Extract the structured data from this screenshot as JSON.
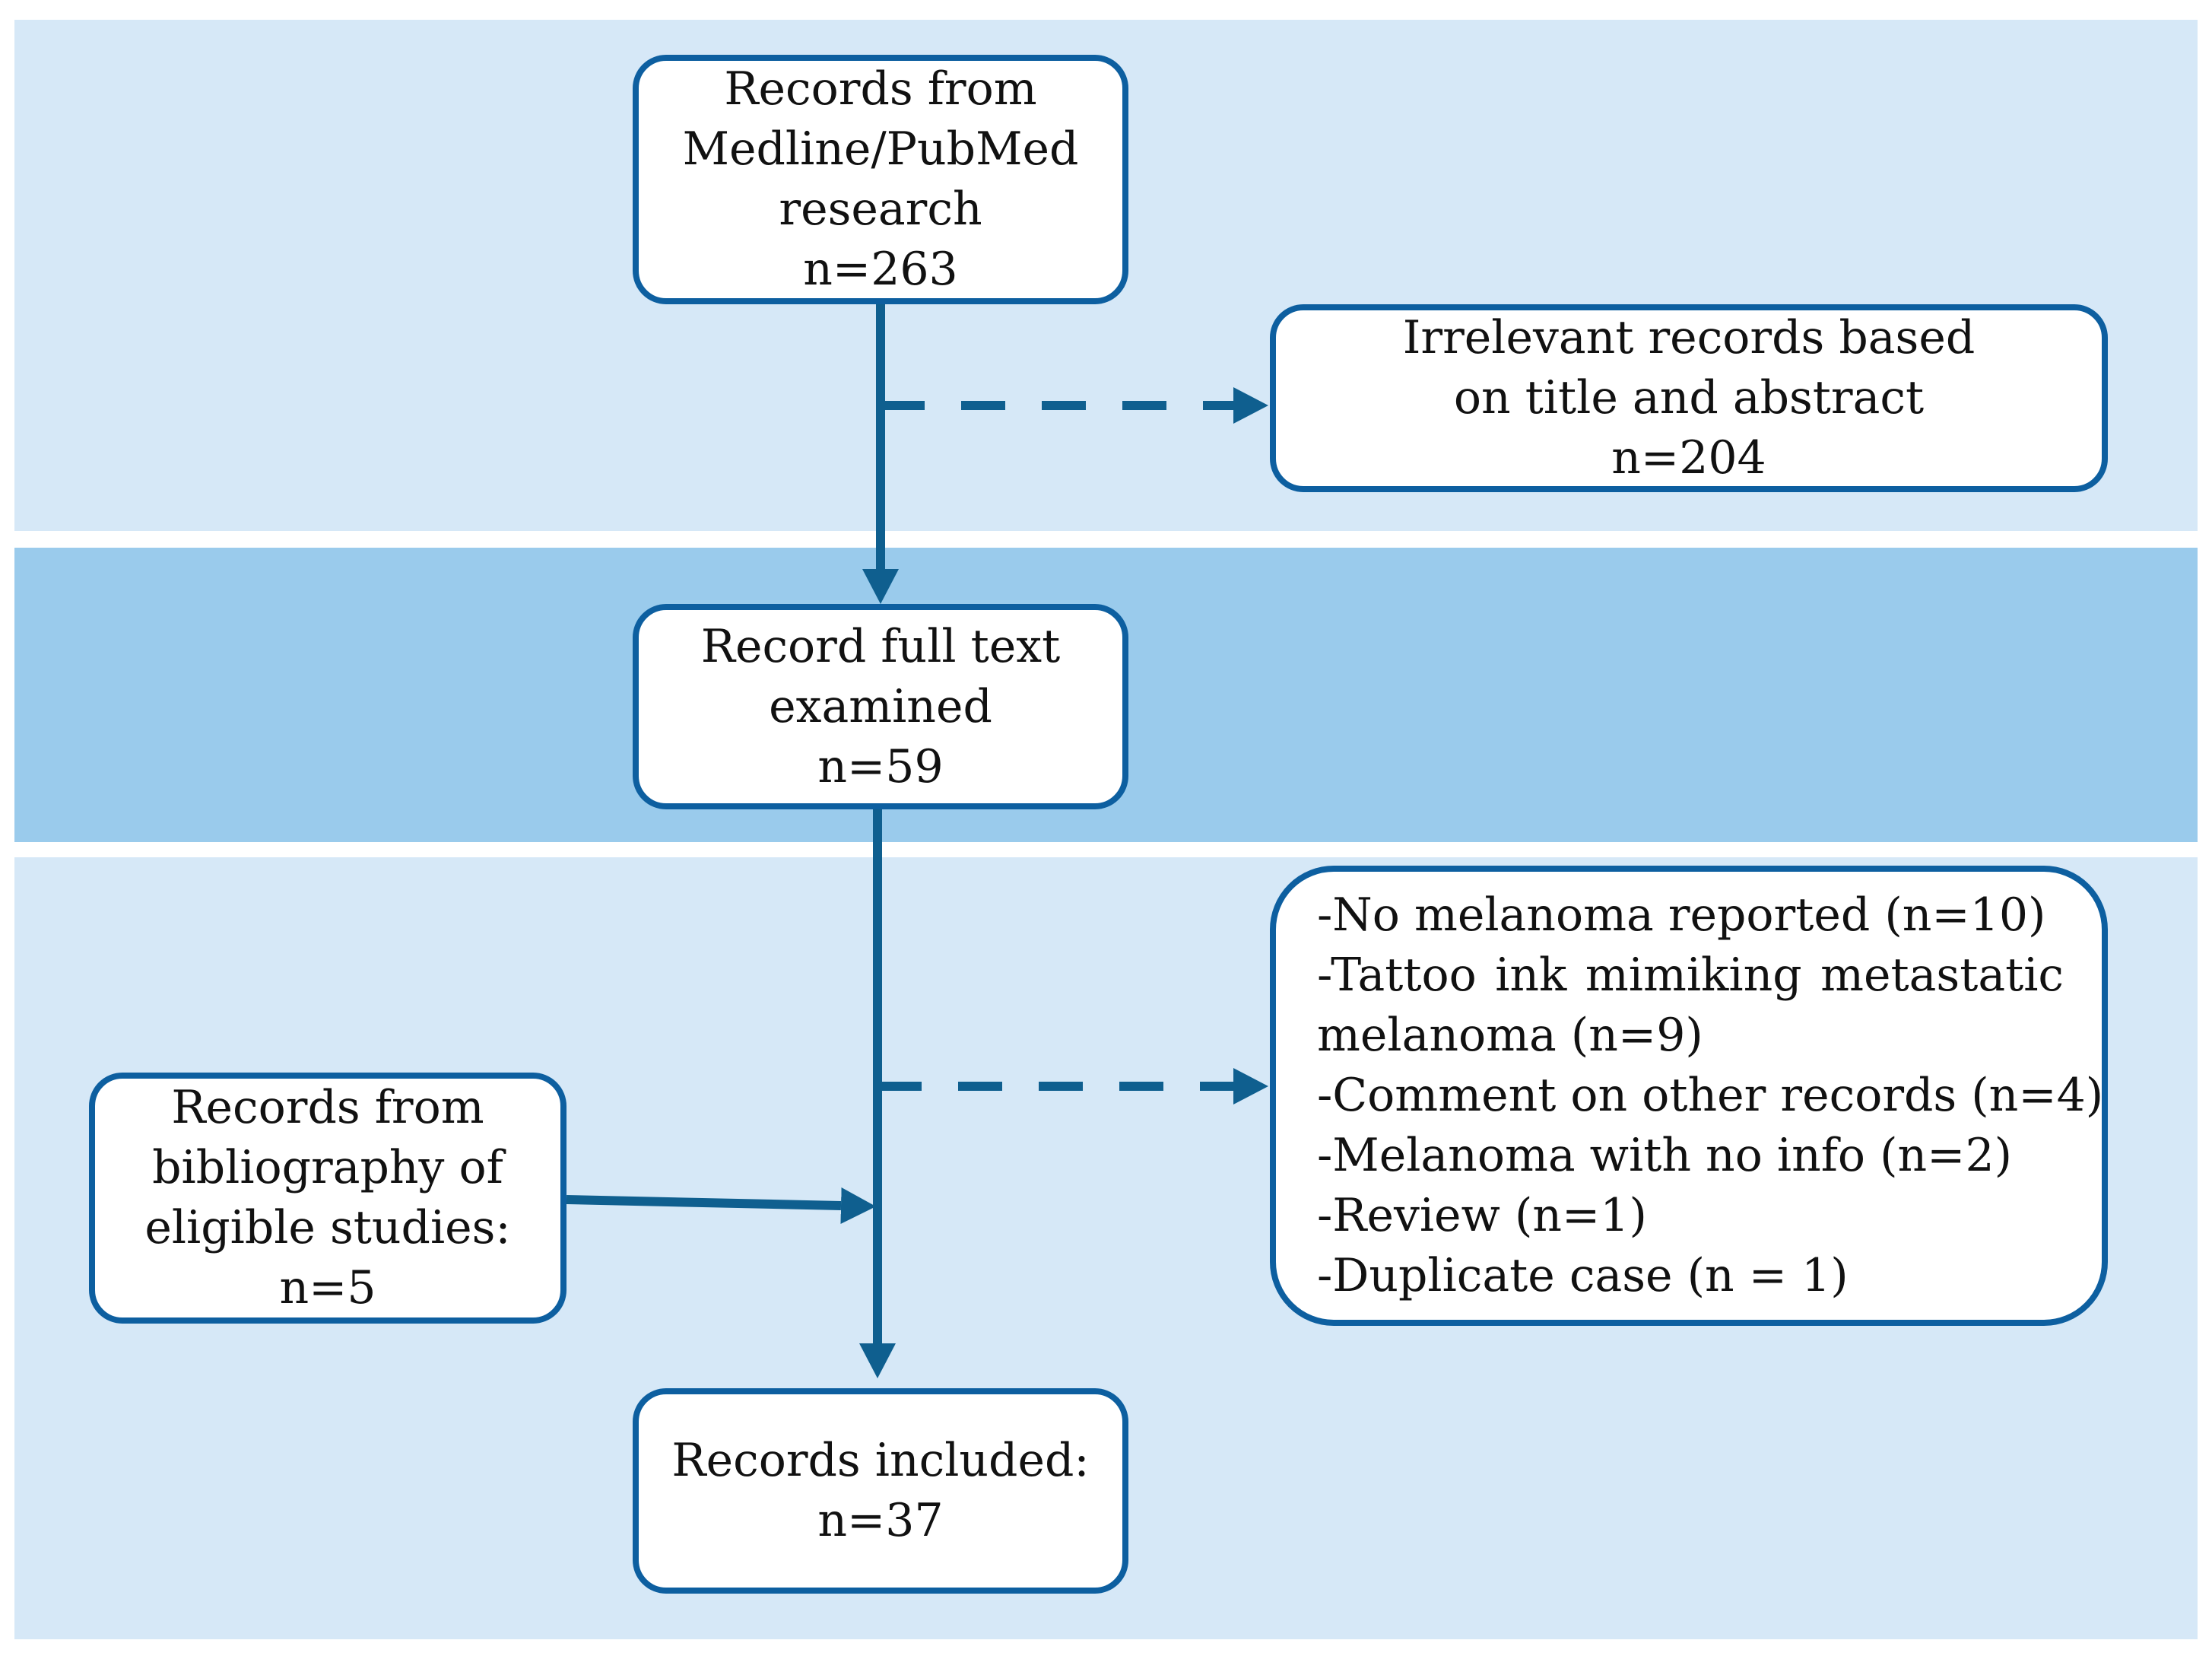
{
  "boxes": {
    "medline": {
      "lines": [
        "Records from",
        "Medline/PubMed",
        "research",
        "n=263"
      ]
    },
    "irrelevant": {
      "lines": [
        "Irrelevant records based",
        "on title and abstract",
        "n=204"
      ]
    },
    "fulltext": {
      "lines": [
        "Record full text",
        "examined",
        "n=59"
      ]
    },
    "bibliography": {
      "lines": [
        "Records from",
        "bibliography of",
        "eligible studies:",
        "n=5"
      ]
    },
    "included": {
      "lines": [
        "Records included:",
        "n=37"
      ]
    },
    "exclusions": {
      "items": [
        "-No melanoma reported (n=10)",
        [
          "-Tattoo",
          "ink",
          "mimiking",
          "metastatic"
        ],
        "melanoma (n=9)",
        "-Comment on other records (n=4)",
        "-Melanoma with no info (n=2)",
        "-Review (n=1)",
        "-Duplicate case (n = 1)"
      ]
    }
  },
  "colors": {
    "band_light": "#d6e8f7",
    "band_mid": "#9acbec",
    "stroke": "#0d5fa0",
    "arrow": "#0f5f8f"
  }
}
